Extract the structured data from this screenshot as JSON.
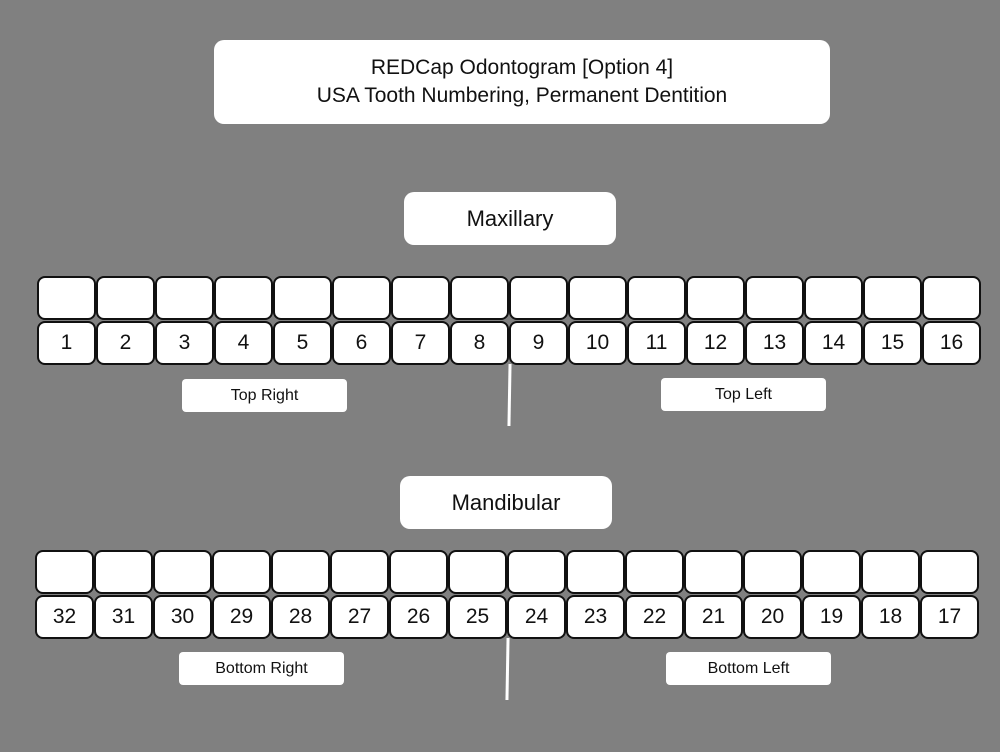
{
  "title": {
    "line1": "REDCap Odontogram [Option 4]",
    "line2": "USA Tooth Numbering, Permanent Dentition"
  },
  "maxillary": {
    "label": "Maxillary",
    "teeth": [
      "1",
      "2",
      "3",
      "4",
      "5",
      "6",
      "7",
      "8",
      "9",
      "10",
      "11",
      "12",
      "13",
      "14",
      "15",
      "16"
    ],
    "quadrant_right": "Top Right",
    "quadrant_left": "Top Left"
  },
  "mandibular": {
    "label": "Mandibular",
    "teeth": [
      "32",
      "31",
      "30",
      "29",
      "28",
      "27",
      "26",
      "25",
      "24",
      "23",
      "22",
      "21",
      "20",
      "19",
      "18",
      "17"
    ],
    "quadrant_right": "Bottom Right",
    "quadrant_left": "Bottom Left"
  },
  "colors": {
    "background": "#808080",
    "box": "#ffffff",
    "border": "#111111"
  }
}
